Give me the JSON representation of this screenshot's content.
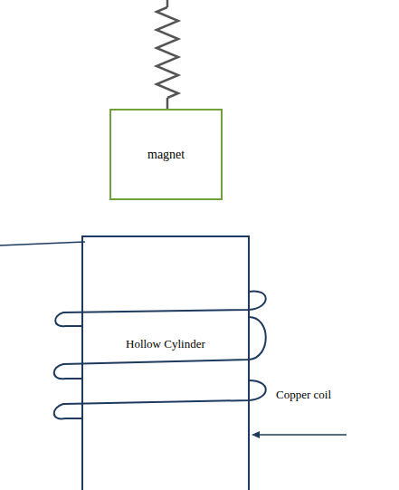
{
  "diagram": {
    "nodes": [
      {
        "text": [
          "magnet"
        ]
      },
      {
        "text": [
          "Hollow Cylinder"
        ]
      }
    ],
    "labels": [
      "Copper coil"
    ]
  }
}
